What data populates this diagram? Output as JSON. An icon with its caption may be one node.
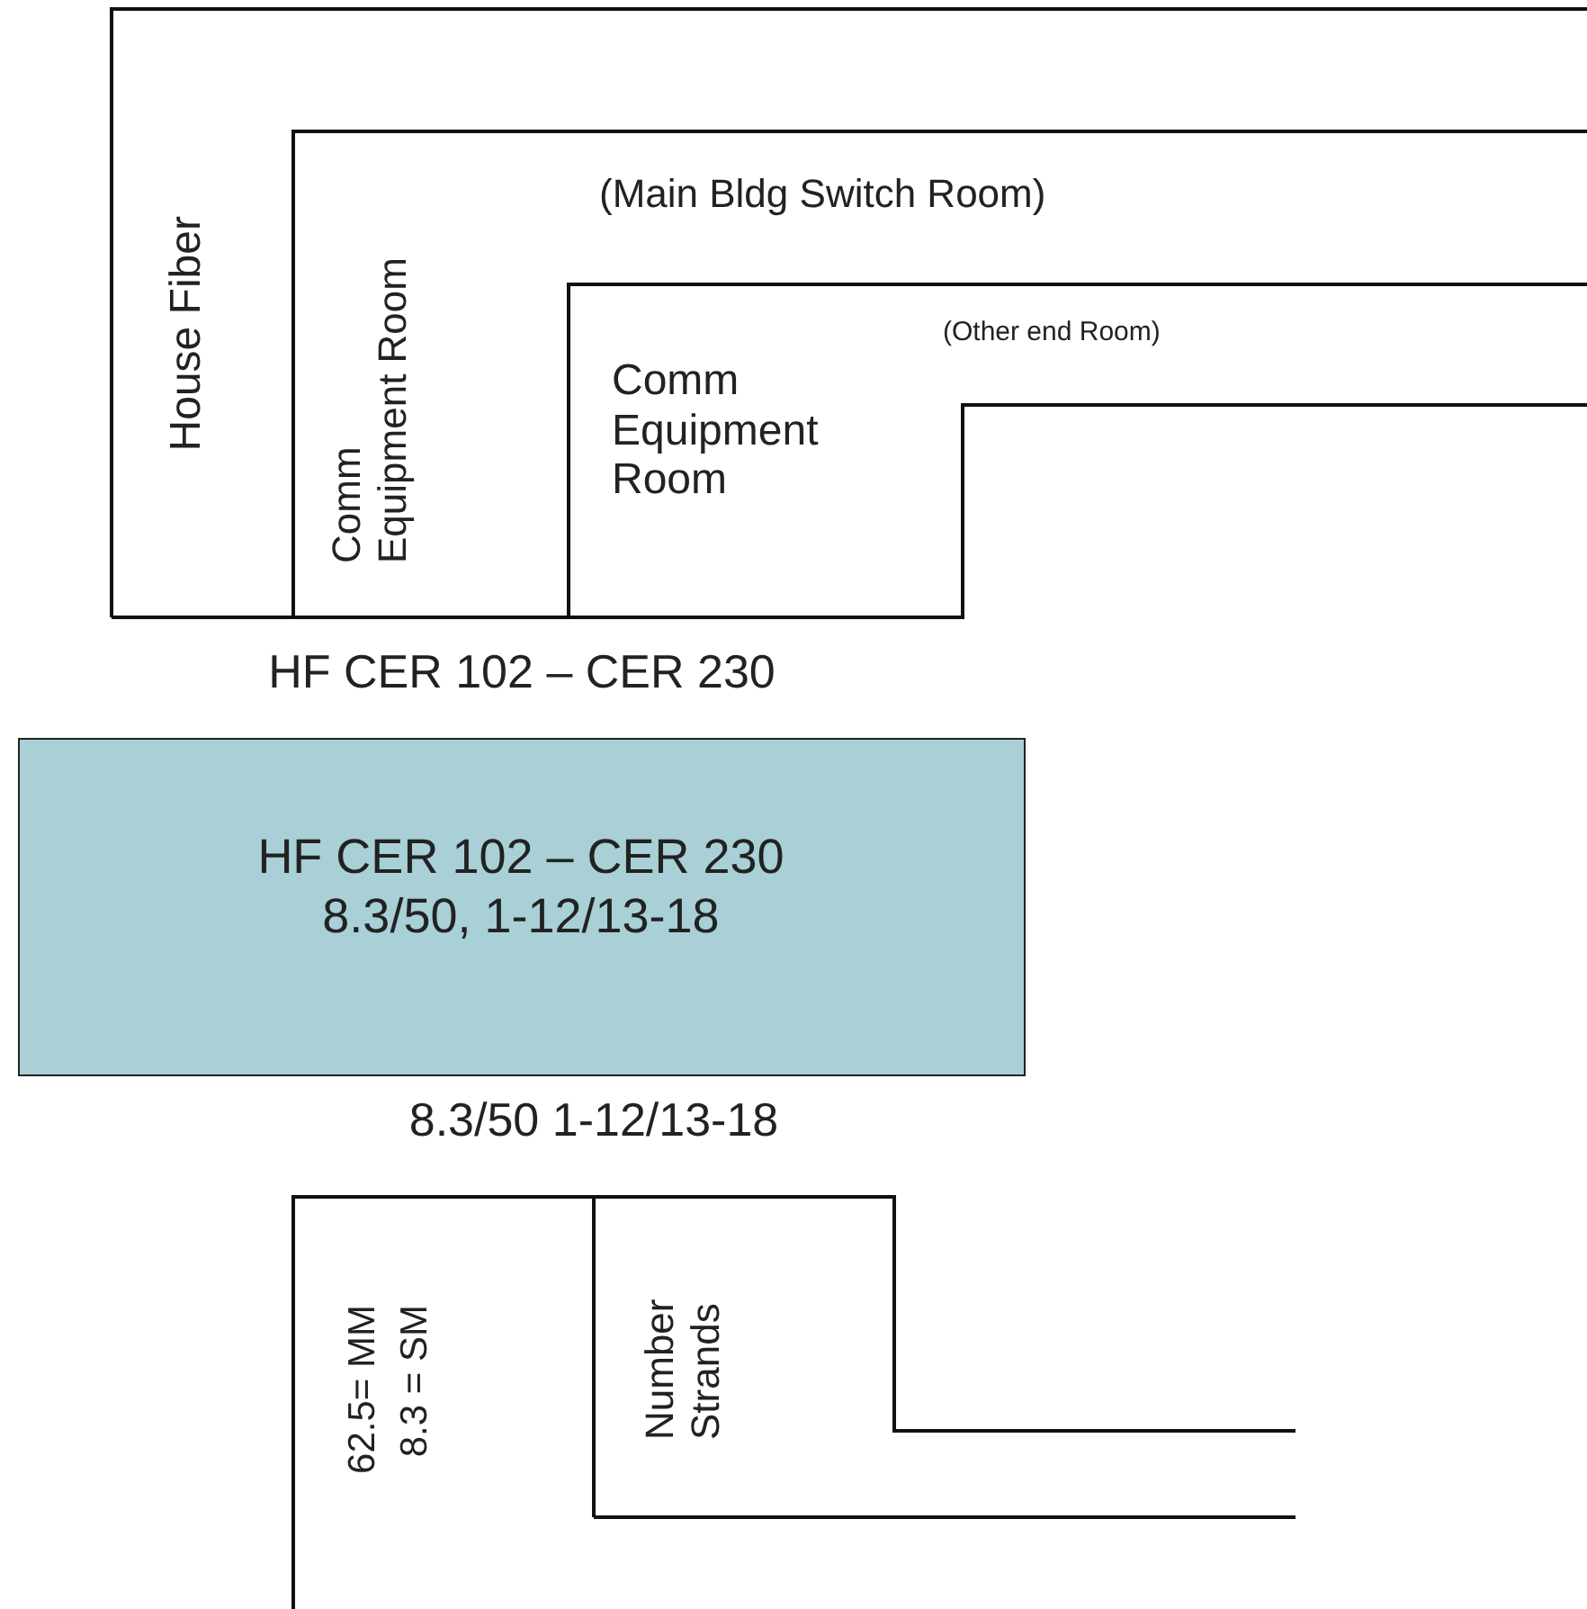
{
  "diagram": {
    "nodes": [
      {
        "text": [
          "House Fiber"
        ]
      },
      {
        "text": [
          "(Main Bldg Switch Room)",
          "Comm Equipment Room"
        ],
        "in": 0
      },
      {
        "text": [
          "(Other end Room)",
          "Comm Equipment Room"
        ],
        "in": 1
      },
      {
        "text": [
          "HF CER 102 – CER 230",
          "8.3/50, 1-12/13-18"
        ]
      },
      {
        "text": [
          "62.5= MM",
          "8.3 = SM"
        ]
      },
      {
        "text": [
          "Number Strands"
        ],
        "in": 4
      }
    ],
    "labels": [
      "HF CER 102 – CER 230",
      "8.3/50 1-12/13-18"
    ]
  }
}
